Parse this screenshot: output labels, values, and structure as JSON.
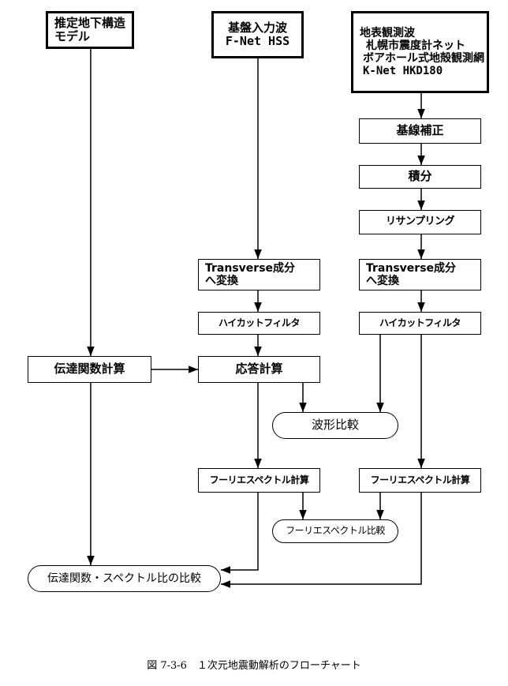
{
  "nodes": {
    "ground_model": "推定地下構造\nモデル",
    "input_wave_title": "基盤入力波",
    "input_wave_sub": "F-Net HSS",
    "surface_obs_title": "地表観測波",
    "surface_obs_line1": "札幌市震度計ネット",
    "surface_obs_line2": "ボアホール式地殻観測網",
    "surface_obs_line3": "K-Net HKD180",
    "baseline": "基線補正",
    "integration": "積分",
    "resampling": "リサンプリング",
    "transverse_left": "Transverse成分\nへ変換",
    "transverse_right": "Transverse成分\nへ変換",
    "highcut_left": "ハイカットフィルタ",
    "highcut_right": "ハイカットフィルタ",
    "transfer_calc": "伝達関数計算",
    "response_calc": "応答計算",
    "waveform_compare": "波形比較",
    "fourier_left": "フーリエスペクトル計算",
    "fourier_right": "フーリエスペクトル計算",
    "fourier_compare": "フーリエスペクトル比較",
    "final_compare": "伝達関数・スペクトル比の比較"
  },
  "caption": "図 7-3-6　１次元地震動解析のフローチャート"
}
